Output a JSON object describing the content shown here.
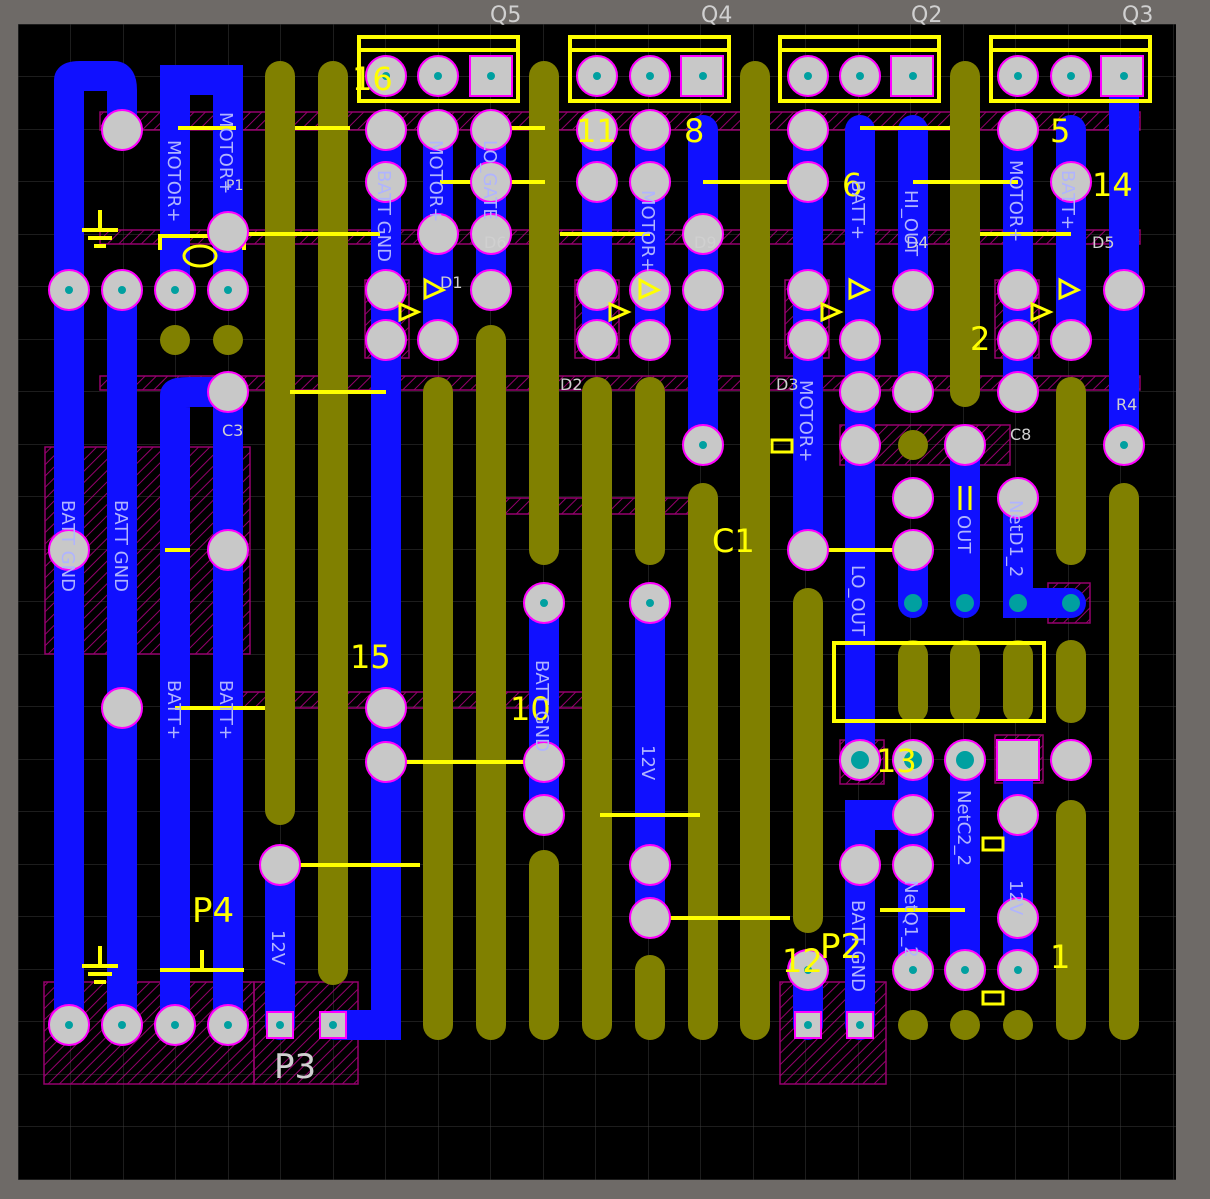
{
  "colors": {
    "window_bg": "#6e6a67",
    "board_bg": "#000000",
    "grid": "#3a3a3a",
    "bottom_copper": "#1010ff",
    "top_copper": "#808000",
    "silkscreen": "#ffff00",
    "pad": "#c8c8c8",
    "via_hole": "#00a0a0",
    "pad_ring": "#ff00ff",
    "hatch": "#b00080",
    "net_label": "#b0b4ff",
    "comp_label": "#d0d0d0"
  },
  "transistors": [
    {
      "ref": "Q5"
    },
    {
      "ref": "Q4"
    },
    {
      "ref": "Q2"
    },
    {
      "ref": "Q3"
    }
  ],
  "connectors": {
    "p1": "P1",
    "p2": "P2",
    "p3": "P3",
    "p4": "P4"
  },
  "designators": {
    "d1": "D1",
    "d2": "D2",
    "d3": "D3",
    "d4": "D4",
    "d5": "D5",
    "d6": "D6",
    "d9": "D9",
    "c1": "C1",
    "c3": "C3",
    "r4": "R4",
    "c8": "C8"
  },
  "pin_numbers": {
    "n1": "1",
    "n2": "2",
    "n5": "5",
    "n6": "6",
    "n8": "8",
    "n10": "10",
    "n11": "11",
    "n14": "14",
    "n15": "15",
    "n16": "16",
    "n13": "13",
    "n12": "12"
  },
  "net_labels": {
    "motor_plus_1": "MOTOR+",
    "motor_plus_2": "MOTOR+",
    "motor_plus_3": "MOTOR+",
    "motor_plus_4": "MOTOR+",
    "motor_plus_5": "MOTOR+",
    "motor_plus_6": "MOTOR+",
    "batt_gnd_1": "BATT GND",
    "batt_gnd_2": "BATT GND",
    "batt_gnd_3": "BATT GND",
    "batt_gnd_4": "BATT GND",
    "batt_gnd_5": "BATT GND",
    "batt_plus_1": "BATT+",
    "batt_plus_2": "BATT+",
    "batt_plus_3": "BATT+",
    "batt_plus_4": "BATT+",
    "lo_gate": "LO_GATE",
    "lo_out": "LO_OUT",
    "hi_out": "HI_OUT",
    "out": "OUT",
    "twelve_v_1": "12V",
    "twelve_v_2": "12V",
    "twelve_v_3": "12V",
    "net_a": "NetD1_2",
    "net_b": "NetC2_2",
    "net_c": "NetQ1_2"
  }
}
